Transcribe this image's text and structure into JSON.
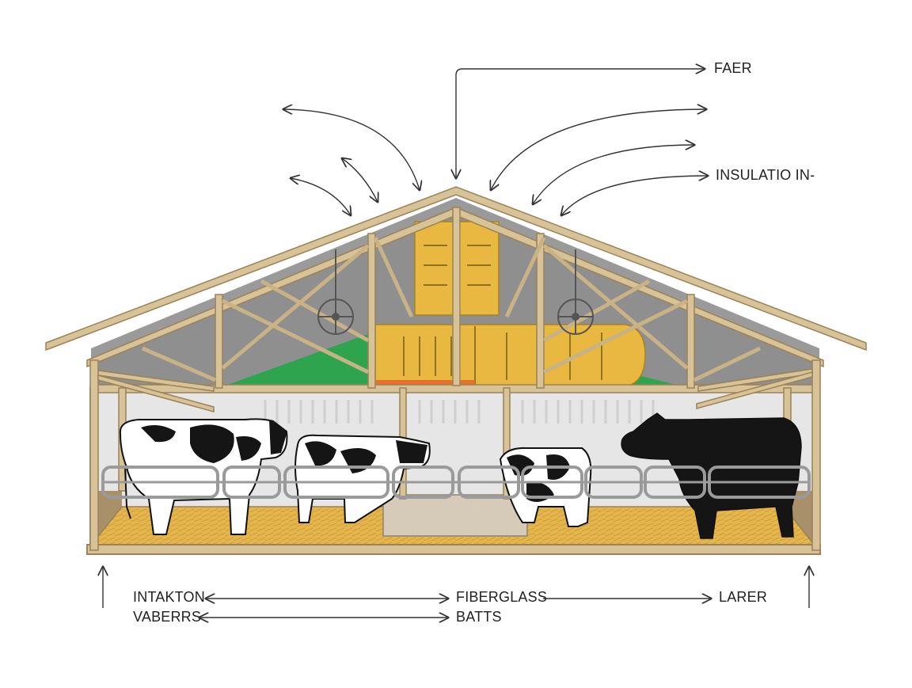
{
  "labels": {
    "top_right_1": "FAER",
    "top_right_2": "INSULATIO IN-",
    "bottom_left_1": "INTAKTON",
    "bottom_left_2": "VABERRS",
    "bottom_center_1": "FIBERGLASS",
    "bottom_center_2": "BATTS",
    "bottom_right": "LARER"
  },
  "colors": {
    "timber": "#d8c298",
    "timber_stroke": "#9b8258",
    "roof_panel": "#9a9a9a",
    "roof_edge": "#b8b8b8",
    "insulation": "#e8b840",
    "green_panel": "#2ea44f",
    "orange_strip": "#e8702a",
    "floor": "#e4b54c",
    "wall": "#e6e6e6",
    "rail": "#9a9a9a",
    "cow_black": "#151515",
    "arrow": "#333333"
  }
}
